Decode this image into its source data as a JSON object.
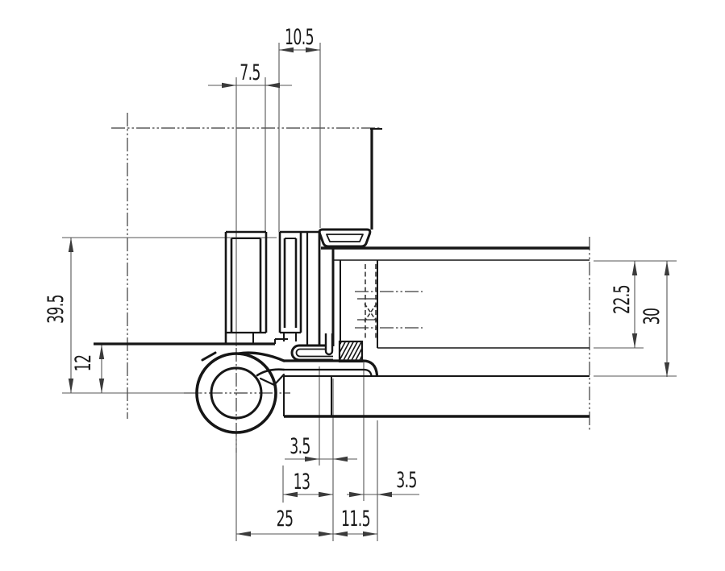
{
  "drawing": {
    "type": "technical-section-drawing",
    "subject": "concealed door hinge cross-section with frame profile",
    "units_shown": "none (numeric values only)"
  },
  "dimensions": {
    "top": [
      {
        "label": "10.5"
      },
      {
        "label": "7.5"
      }
    ],
    "left": [
      {
        "label": "39.5"
      },
      {
        "label": "12"
      }
    ],
    "right": [
      {
        "label": "22.5"
      },
      {
        "label": "30"
      }
    ],
    "bottom": [
      {
        "label": "3.5"
      },
      {
        "label": "13"
      },
      {
        "label": "3.5"
      },
      {
        "label": "25"
      },
      {
        "label": "11.5"
      }
    ]
  },
  "colors": {
    "background": "#ffffff",
    "part_line": "#161616",
    "dim_line": "#4f4f4f",
    "centerline": "#3b3b3b",
    "text": "#1a1a1a"
  }
}
